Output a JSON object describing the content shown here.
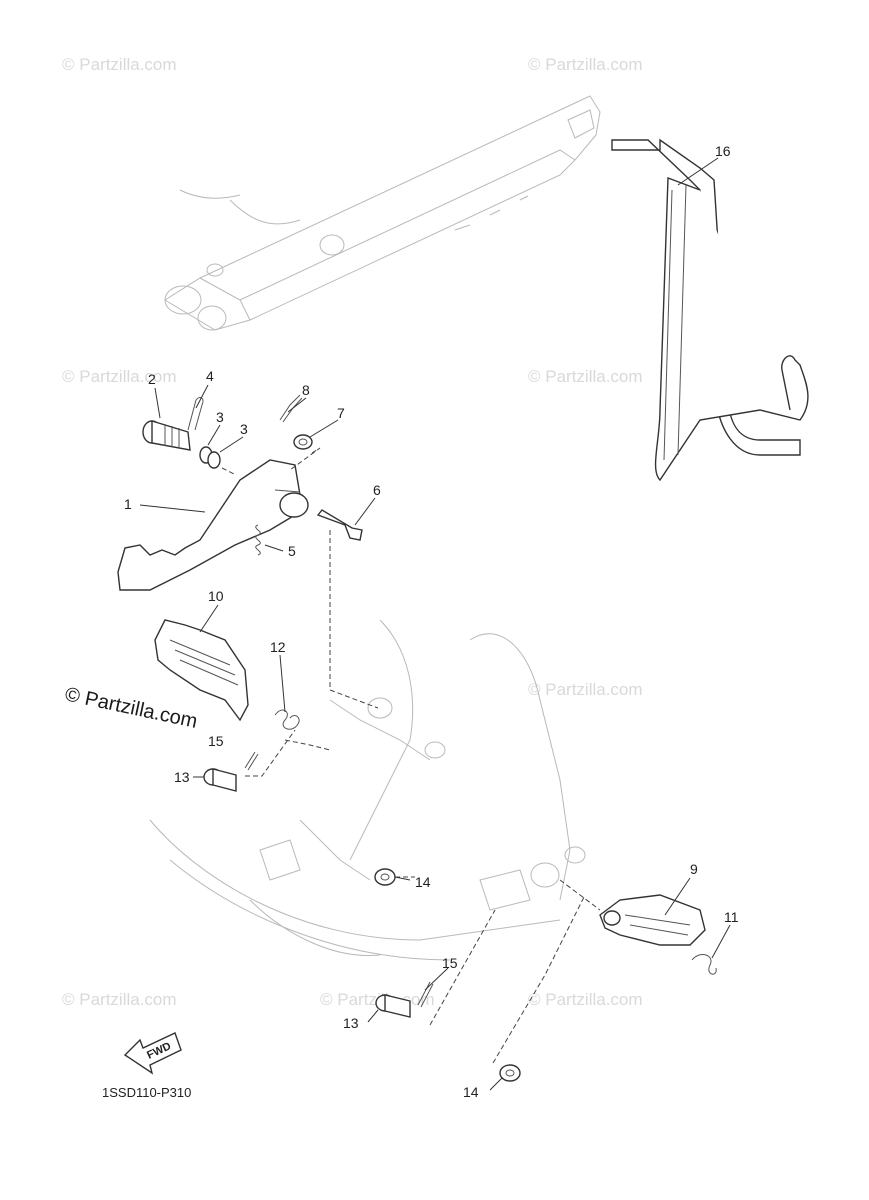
{
  "diagram_code": "1SSD110-P310",
  "fwd_label": "FWD",
  "watermarks": [
    "© Partzilla.com",
    "© Partzilla.com",
    "© Partzilla.com",
    "© Partzilla.com",
    "© Partzilla.com",
    "© Partzilla.com",
    "© Partzilla.com",
    "© Partzilla.com",
    "© Partzilla.com"
  ],
  "callouts": [
    "1",
    "2",
    "3",
    "3",
    "4",
    "5",
    "6",
    "7",
    "8",
    "9",
    "10",
    "11",
    "12",
    "13",
    "13",
    "14",
    "14",
    "15",
    "15",
    "16"
  ]
}
